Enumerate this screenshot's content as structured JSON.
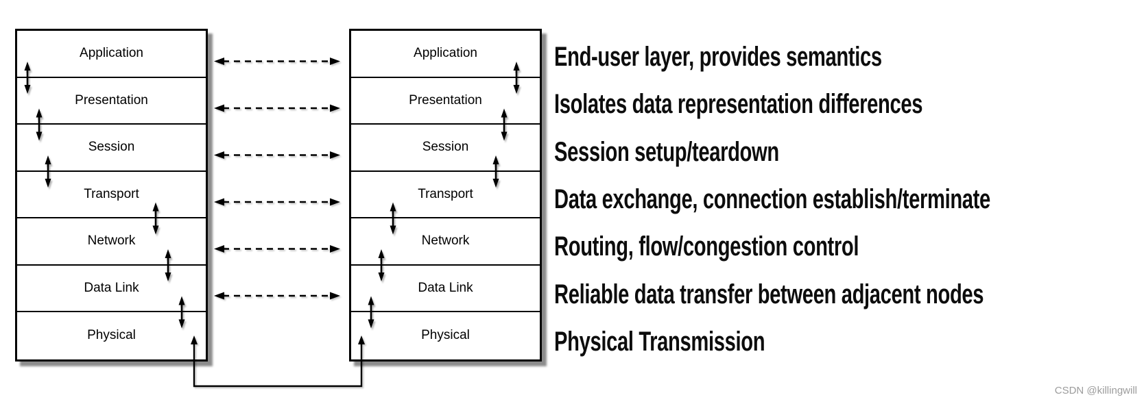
{
  "diagram": {
    "title_semantic": "OSI seven layer model",
    "layers": [
      "Application",
      "Presentation",
      "Session",
      "Transport",
      "Network",
      "Data Link",
      "Physical"
    ],
    "descriptions": [
      "End-user layer, provides semantics",
      "Isolates data representation differences",
      "Session setup/teardown",
      "Data exchange, connection establish/terminate",
      "Routing, flow/congestion control",
      "Reliable data transfer between adjacent nodes",
      "Physical Transmission"
    ]
  },
  "watermark": "CSDN @killingwill",
  "colors": {
    "line": "#000000",
    "background": "#ffffff",
    "box_shadow": "#8a8a8a",
    "description_text": "#0d0d0d",
    "watermark_text": "#9c9c9c"
  }
}
